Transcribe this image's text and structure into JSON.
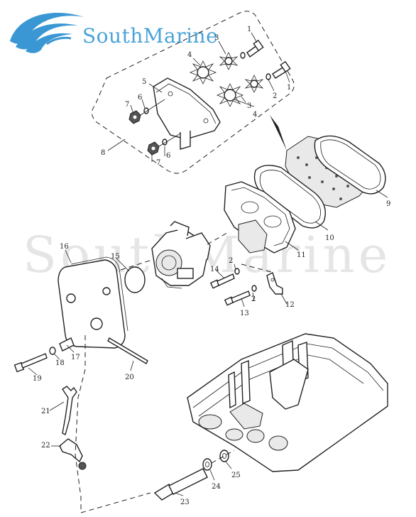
{
  "brand": {
    "logo_text": "SouthMarine",
    "watermark_text": "SouthMarine",
    "colors": {
      "logo_blue": "#3a97d4",
      "line": "#222222",
      "watermark": "#a0a0a0"
    },
    "icon": "wave-logo-icon"
  },
  "callouts": [
    {
      "id": "c1a",
      "text": "1"
    },
    {
      "id": "c1b",
      "text": "1"
    },
    {
      "id": "c2a",
      "text": "2"
    },
    {
      "id": "c2b",
      "text": "2"
    },
    {
      "id": "c2c",
      "text": "2"
    },
    {
      "id": "c3a",
      "text": "3"
    },
    {
      "id": "c3b",
      "text": "3"
    },
    {
      "id": "c4a",
      "text": "4"
    },
    {
      "id": "c4b",
      "text": "4"
    },
    {
      "id": "c5",
      "text": "5"
    },
    {
      "id": "c6a",
      "text": "6"
    },
    {
      "id": "c6b",
      "text": "6"
    },
    {
      "id": "c7a",
      "text": "7"
    },
    {
      "id": "c7b",
      "text": "7"
    },
    {
      "id": "c8",
      "text": "8"
    },
    {
      "id": "c9",
      "text": "9"
    },
    {
      "id": "c10",
      "text": "10"
    },
    {
      "id": "c11",
      "text": "11"
    },
    {
      "id": "c12",
      "text": "12"
    },
    {
      "id": "c13",
      "text": "13"
    },
    {
      "id": "c14",
      "text": "14"
    },
    {
      "id": "c15",
      "text": "15"
    },
    {
      "id": "c16",
      "text": "16"
    },
    {
      "id": "c17",
      "text": "17"
    },
    {
      "id": "c18",
      "text": "18"
    },
    {
      "id": "c19",
      "text": "19"
    },
    {
      "id": "c20",
      "text": "20"
    },
    {
      "id": "c21",
      "text": "21"
    },
    {
      "id": "c22",
      "text": "22"
    },
    {
      "id": "c23",
      "text": "23"
    },
    {
      "id": "c24",
      "text": "24"
    },
    {
      "id": "c25",
      "text": "25"
    }
  ]
}
